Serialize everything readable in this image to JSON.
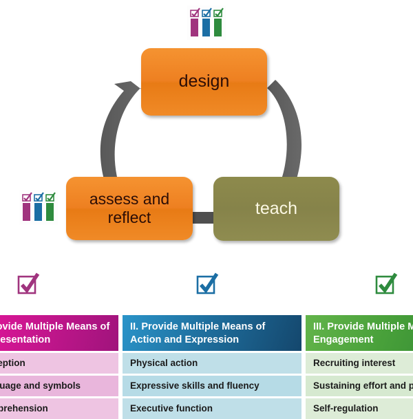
{
  "diagram": {
    "title_icons": {
      "triple_bar_icon_name": "triple-bar-chart-check-icon"
    },
    "nodes": [
      {
        "id": "design",
        "label": "design",
        "color": "#ee8021",
        "text_color": "#2b0d06"
      },
      {
        "id": "teach",
        "label": "teach",
        "color": "#8d8a4c",
        "text_color": "#fbf8e3"
      },
      {
        "id": "assess",
        "label": "assess and\nreflect",
        "line1": "assess and",
        "line2": "reflect",
        "color": "#ee8021",
        "text_color": "#2b0d06"
      }
    ],
    "arrow_color": "#555555"
  },
  "checkboxes": [
    {
      "id": "check-1",
      "color": "#a0347e",
      "label": "checked-box-purple"
    },
    {
      "id": "check-2",
      "color": "#1b6ea4",
      "label": "checked-box-blue"
    },
    {
      "id": "check-3",
      "color": "#2e8b3e",
      "label": "checked-box-green"
    }
  ],
  "table": {
    "columns": [
      {
        "id": "representation",
        "header": "I. Provide Multiple Means of Representation",
        "header_color": "#c9168f",
        "cells": [
          "Perception",
          "Language and symbols",
          "Comprehension"
        ]
      },
      {
        "id": "action-expression",
        "header": "II. Provide Multiple Means of Action and Expression",
        "header_color": "#1f6f9e",
        "cells": [
          "Physical action",
          "Expressive skills and fluency",
          "Executive function"
        ]
      },
      {
        "id": "engagement",
        "header": "III. Provide Multiple Means of Engagement",
        "header_color": "#48a03a",
        "cells": [
          "Recruiting interest",
          "Sustaining effort and persistence",
          "Self-regulation"
        ]
      }
    ]
  }
}
